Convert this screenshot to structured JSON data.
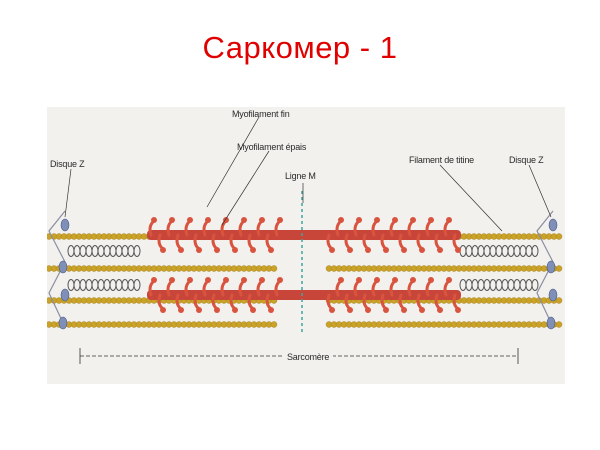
{
  "slide": {
    "title": "Саркомер - 1",
    "title_color": "#e00000"
  },
  "figure": {
    "labels": {
      "myofilament_fin": "Myofilament fin",
      "myofilament_epais": "Myofilament épais",
      "ligne_m": "Ligne M",
      "filament_titine": "Filament de titine",
      "disque_z_left": "Disque Z",
      "disque_z_right": "Disque Z",
      "sarcomere": "Sarcomère"
    },
    "colors": {
      "thick_filament": "#c8453a",
      "myosin_heads": "#d9543f",
      "thin_filament": "#c9a227",
      "titin": "#555555",
      "z_disc": "#7f8fb8",
      "m_line": "#3aa6a0"
    }
  }
}
